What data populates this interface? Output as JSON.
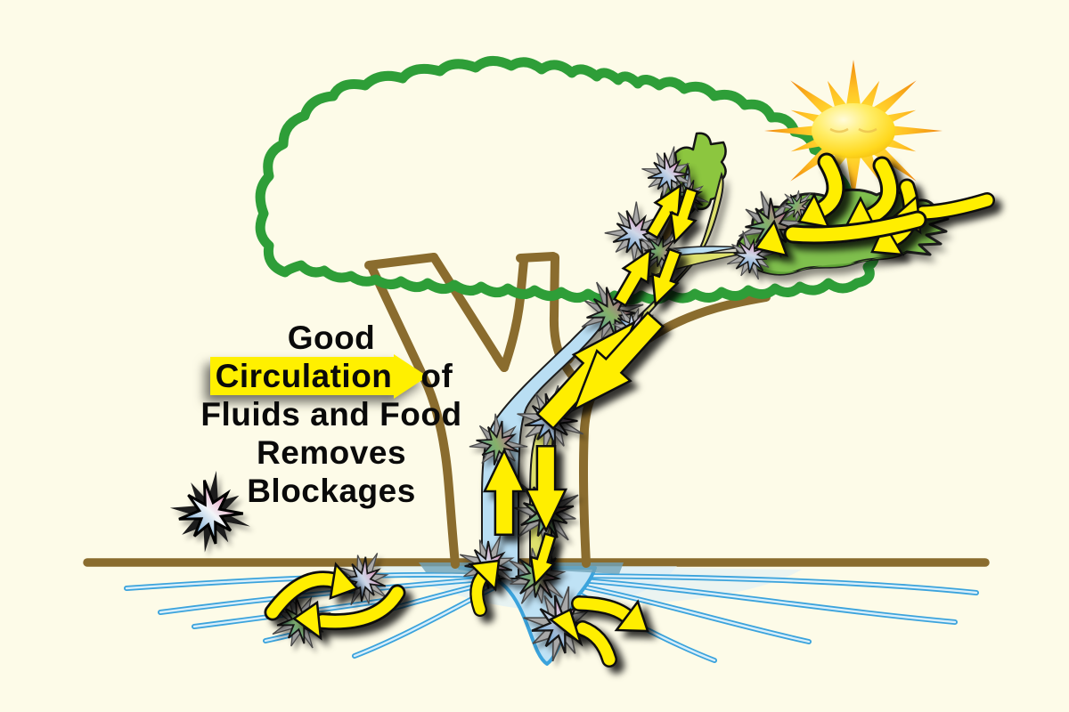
{
  "caption": {
    "line1": "Good",
    "line2_highlight": "Circulation",
    "line2_rest": "of",
    "line3": "Fluids and Food",
    "line4": "Removes",
    "line5": "Blockages"
  },
  "scene": {
    "icons": {
      "sun": "sun-icon",
      "canopy": "tree-canopy-outline",
      "leaf": "leaf-icon",
      "trunk": "tree-trunk",
      "ground": "ground-line",
      "roots": "roots",
      "water_channel": "water-flow-channel-up",
      "food_channel": "food-flow-channel-down",
      "blockage": "blockage-starburst",
      "flow_arrow": "circulation-arrow"
    }
  },
  "colors": {
    "background": "#FDFBE8",
    "canopy_green": "#2E9E38",
    "leaf_green": "#7FBF4D",
    "trunk_brown": "#8A6C2E",
    "water_blue": "#B9DEF3",
    "food_yellow_green": "#DDE06C",
    "root_blue": "#3BA3DC",
    "arrow_yellow": "#FFEE00",
    "highlight_yellow": "#FFF000",
    "sun_yellow": "#FFD81E",
    "sun_orange": "#F08412",
    "text_black": "#0A0A0A"
  }
}
